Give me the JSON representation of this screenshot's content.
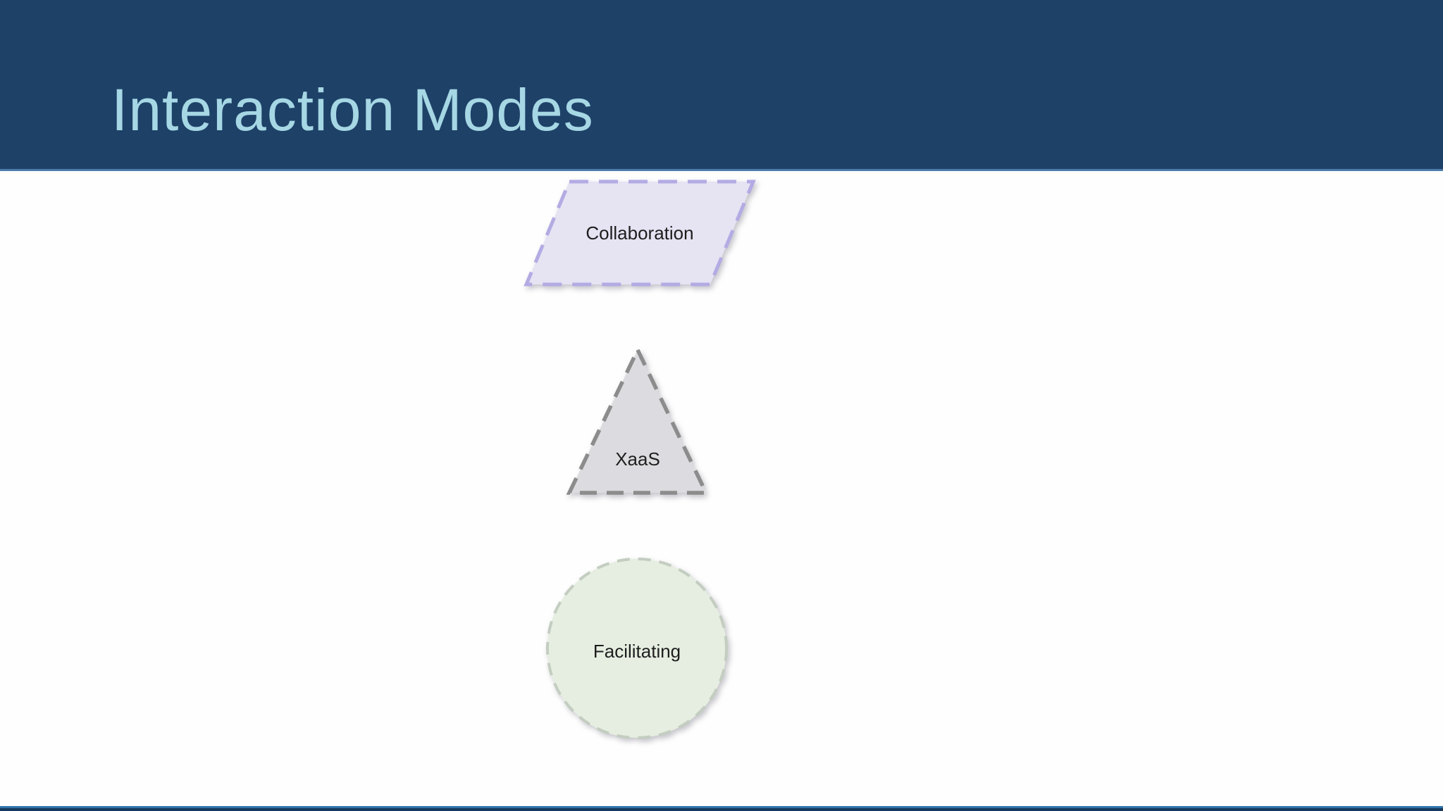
{
  "header": {
    "title": "Interaction Modes",
    "bg_color": "#1e4168",
    "title_color": "#a6d7e4",
    "underline_color": "#4d7ba9"
  },
  "diagram": {
    "label_color": "#1e1e1e",
    "shapes": [
      {
        "shape": "parallelogram",
        "label": "Collaboration",
        "fill": "#e6e3f3",
        "border": "#b3abe3",
        "border_style": "dashed"
      },
      {
        "shape": "triangle",
        "label": "XaaS",
        "fill": "#dcdbdf",
        "border": "#8c8c8c",
        "border_style": "dashed"
      },
      {
        "shape": "circle",
        "label": "Facilitating",
        "fill": "#e6eee1",
        "border": "#c3cdc0",
        "border_style": "dashed"
      }
    ]
  },
  "footer": {
    "accent_color": "#2e73a7",
    "bar_color": "#17395e"
  }
}
